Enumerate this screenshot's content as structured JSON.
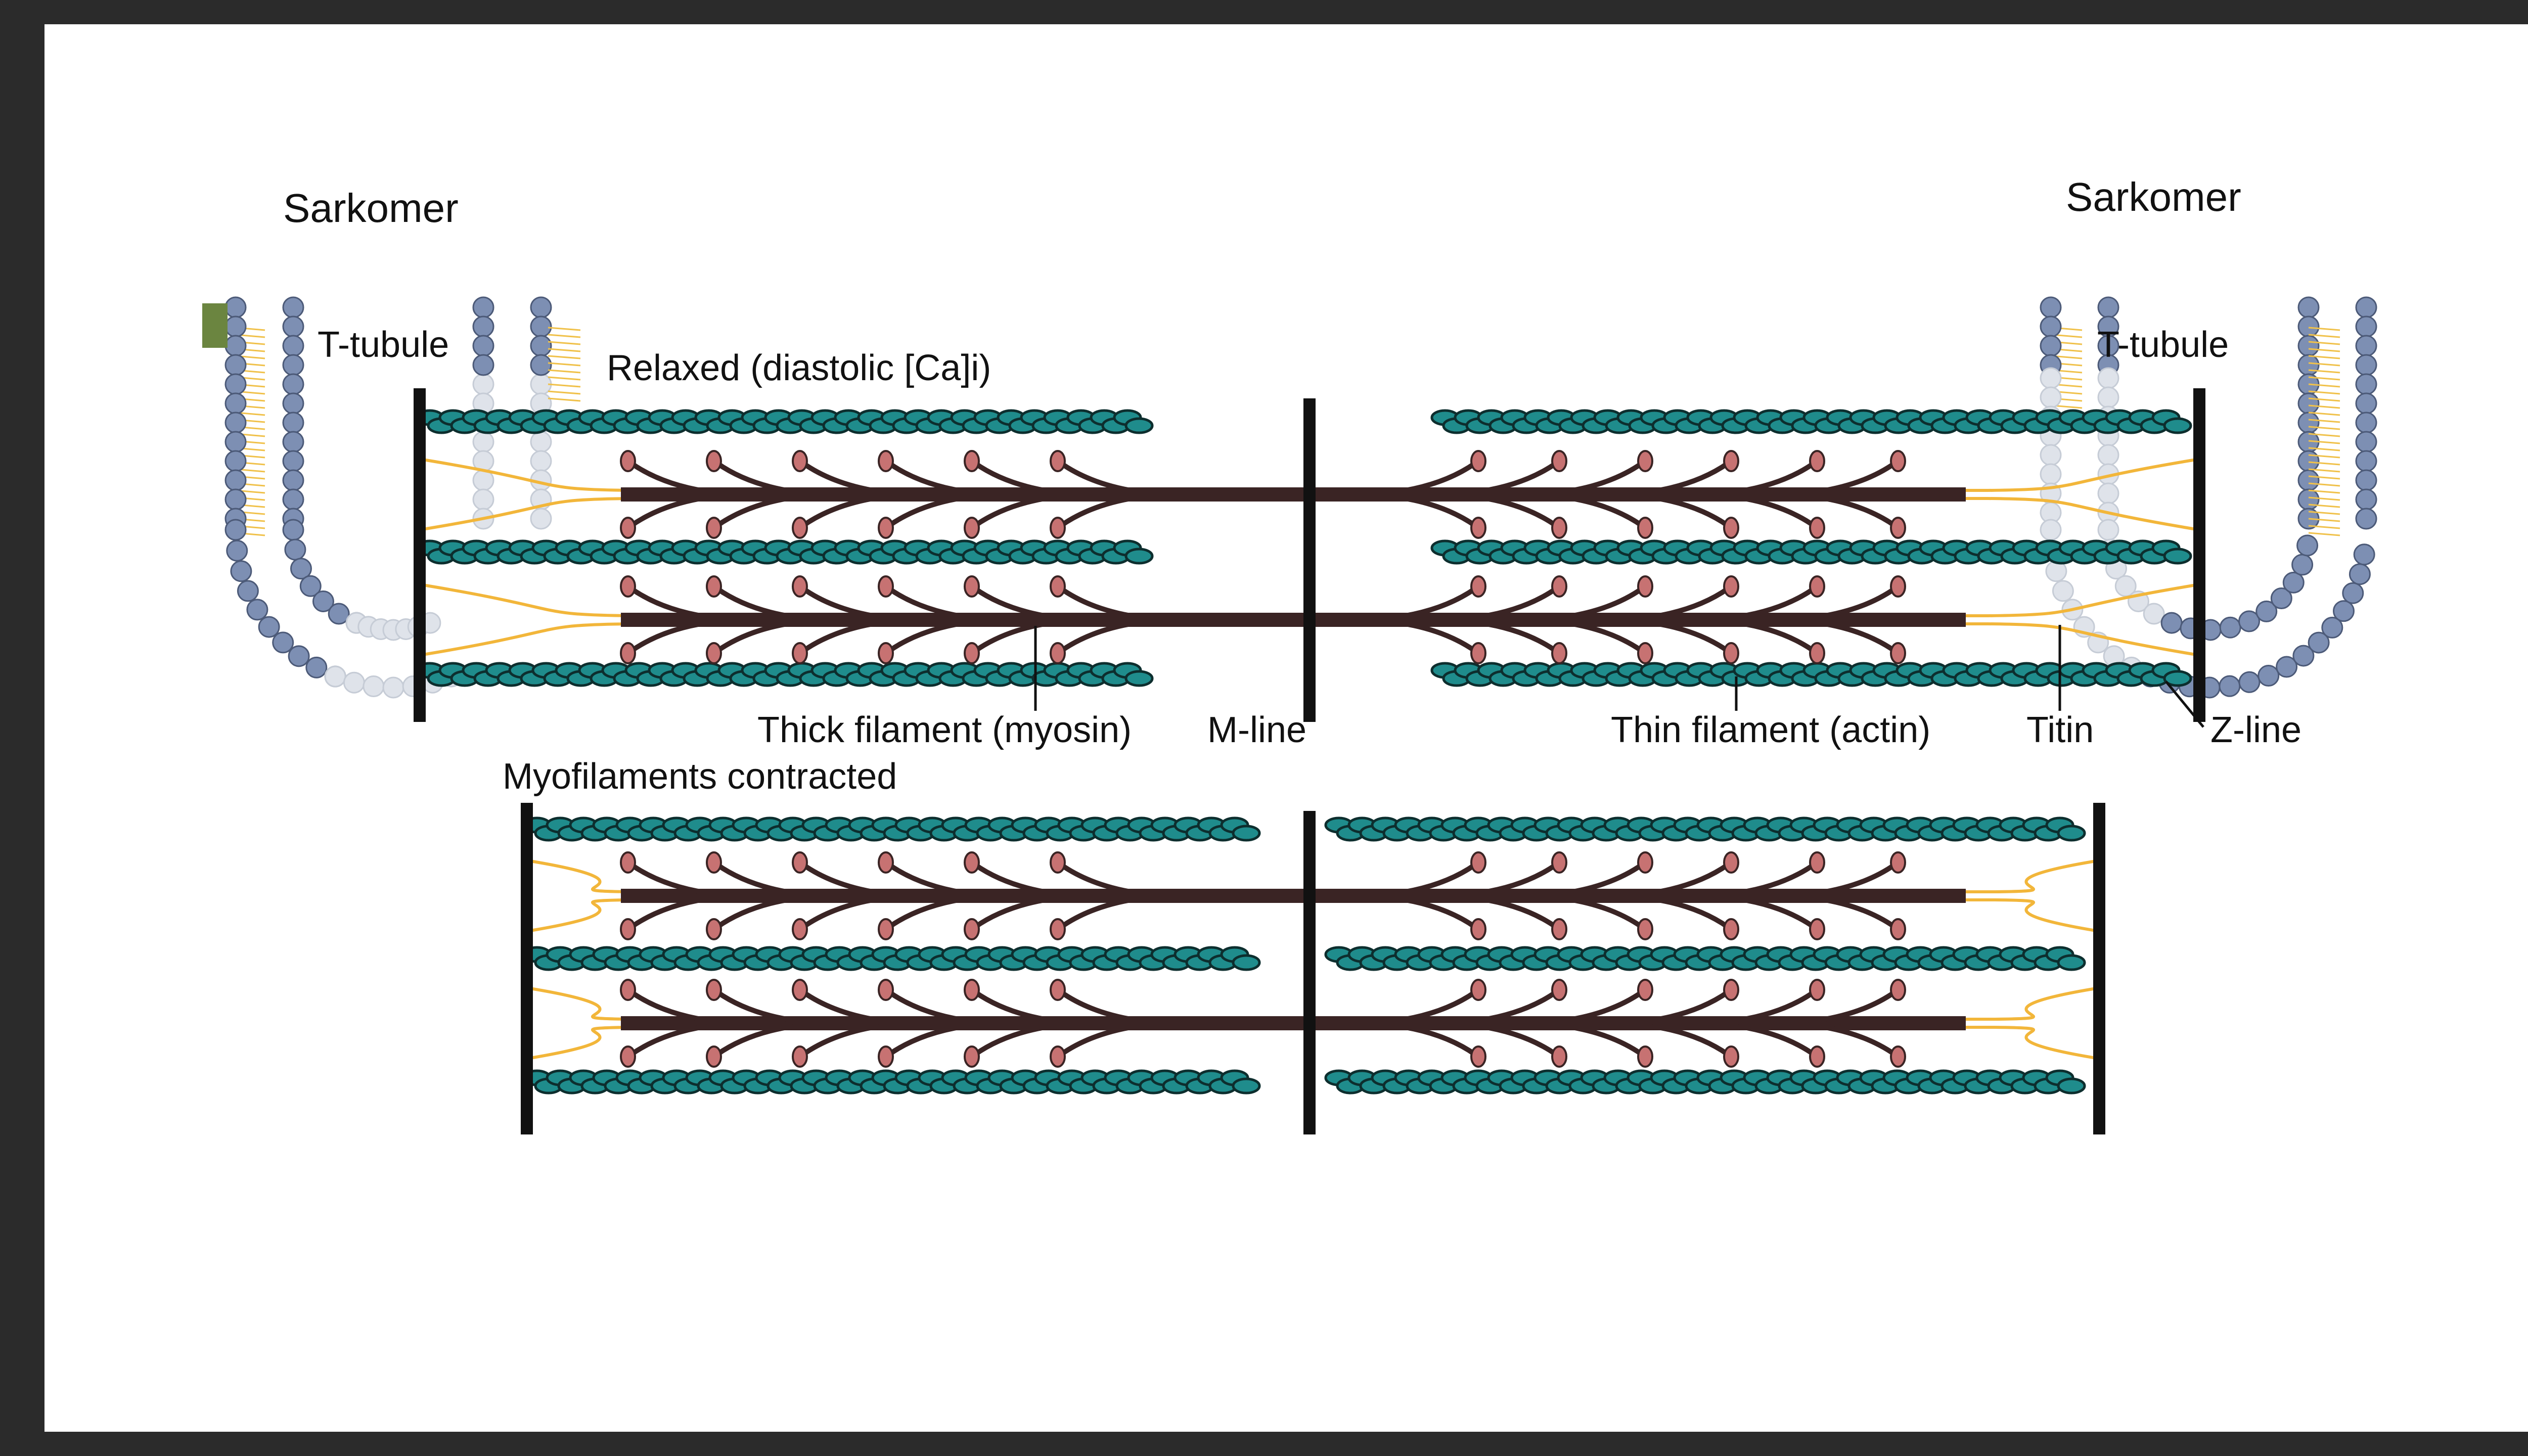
{
  "titles": {
    "left": "Sarkomer",
    "right": "Sarkomer"
  },
  "labels": {
    "t_tubule_left": "T-tubule",
    "t_tubule_right": "T-tubule",
    "relaxed": "Relaxed (diastolic [Ca]i)",
    "thick_filament": "Thick filament (myosin)",
    "m_line": "M-line",
    "thin_filament": "Thin filament (actin)",
    "titin": "Titin",
    "z_line": "Z-line",
    "contracted": "Myofilaments contracted"
  },
  "colors": {
    "frame": "#2b2b2b",
    "background": "#ffffff",
    "actin": "#1f8c8c",
    "actin_outline": "#0d2e2e",
    "myosin": "#3a2424",
    "myosin_head": "#c77272",
    "titin": "#f2b63a",
    "membrane_bead": "#7d8fb3",
    "membrane_bead_faded": "#dfe3ea",
    "lipid_tail": "#f0c14a",
    "corner_marker": "#6b8540"
  },
  "icons": {
    "corner_marker": "green-square"
  }
}
